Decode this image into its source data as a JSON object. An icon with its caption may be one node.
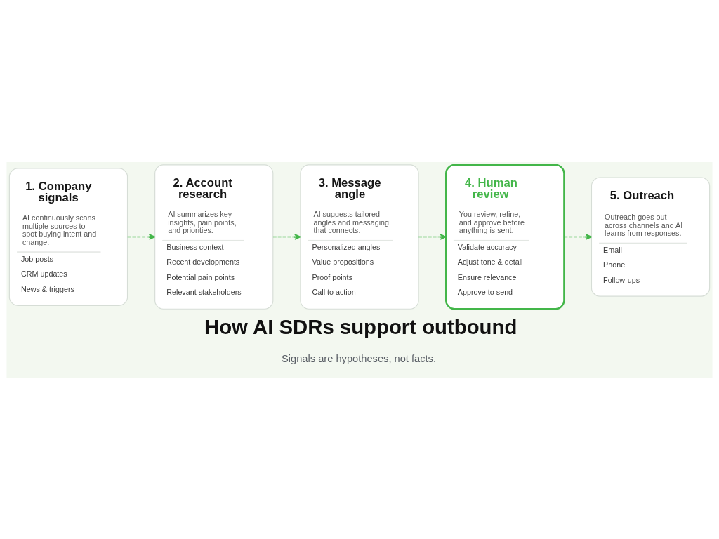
{
  "diagram": {
    "title": "How AI SDRs support outbound",
    "caption": "Signals are hypotheses, not facts.",
    "nodes": [
      {
        "text": [
          "1. Company signals",
          "AI continuously scans multiple sources to spot buying intent and change.",
          "Job posts",
          "CRM updates",
          "News & triggers"
        ]
      },
      {
        "text": [
          "2. Account research",
          "AI summarizes key insights, pain points, and priorities.",
          "Business context",
          "Recent developments",
          "Potential pain points",
          "Relevant stakeholders"
        ]
      },
      {
        "text": [
          "3. Message angle",
          "AI suggests tailored angles and messaging that connects.",
          "Personalized angles",
          "Value propositions",
          "Proof points",
          "Call to action"
        ]
      },
      {
        "text": [
          "4. Human review",
          "You review, refine, and approve before anything is sent.",
          "Validate accuracy",
          "Adjust tone & detail",
          "Ensure relevance",
          "Approve to send"
        ]
      },
      {
        "text": [
          "5. Outreach",
          "Outreach goes out across channels and AI learns from responses.",
          "Email",
          "Phone",
          "Follow-ups"
        ]
      }
    ],
    "edges": [
      {
        "from": 0,
        "to": 1,
        "arrow": "to",
        "style": "dashed"
      },
      {
        "from": 1,
        "to": 2,
        "arrow": "to",
        "style": "dashed"
      },
      {
        "from": 2,
        "to": 3,
        "arrow": "to",
        "style": "dashed"
      },
      {
        "from": 3,
        "to": 4,
        "arrow": "to",
        "style": "dashed"
      }
    ]
  }
}
